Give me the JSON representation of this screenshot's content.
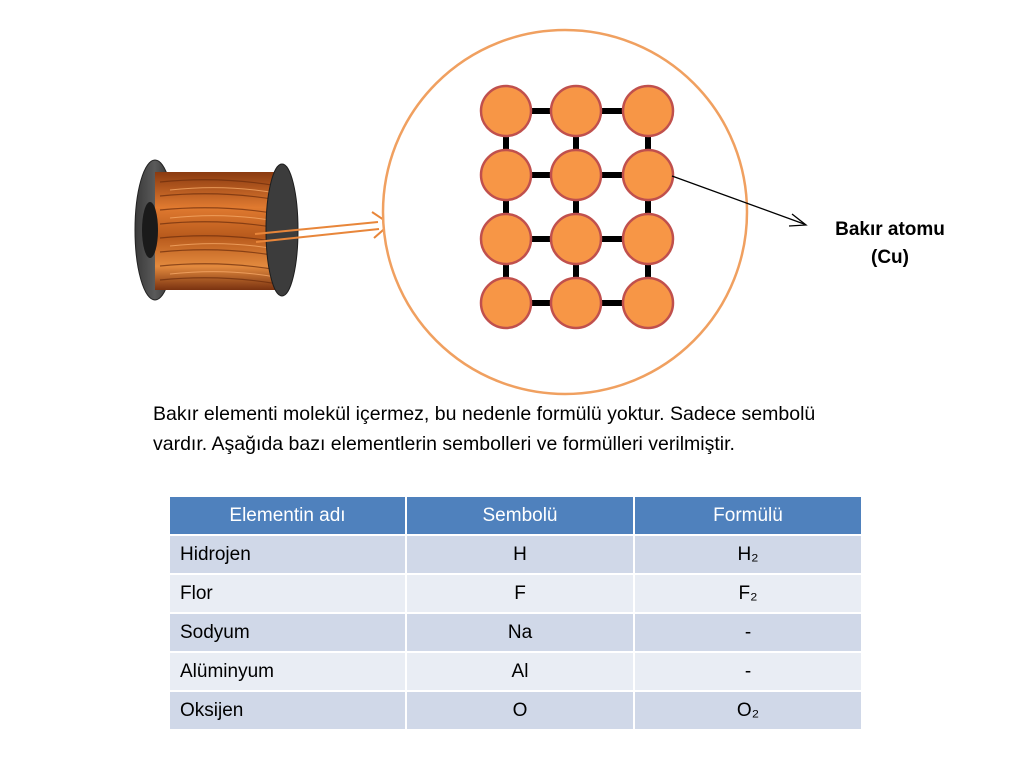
{
  "atom_label": {
    "line1": "Bakır atomu",
    "line2": "(Cu)"
  },
  "description": "Bakır elementi molekül içermez, bu nedenle formülü yoktur. Sadece sembolü vardır. Aşağıda bazı elementlerin sembolleri ve formülleri verilmiştir.",
  "table": {
    "headers": [
      "Elementin adı",
      "Sembolü",
      "Formülü"
    ],
    "rows": [
      [
        "Hidrojen",
        "H",
        "H₂"
      ],
      [
        "Flor",
        "F",
        "F₂"
      ],
      [
        "Sodyum",
        "Na",
        "-"
      ],
      [
        "Alüminyum",
        "Al",
        "-"
      ],
      [
        "Oksijen",
        "O",
        "O₂"
      ]
    ]
  },
  "colors": {
    "circle_outline": "#f0a060",
    "atom_fill": "#f79646",
    "atom_stroke": "#c0504d",
    "header_bg": "#4f81bd",
    "row_dark": "#d0d8e8",
    "row_light": "#e9edf4",
    "copper_wire": "#c8621e"
  }
}
